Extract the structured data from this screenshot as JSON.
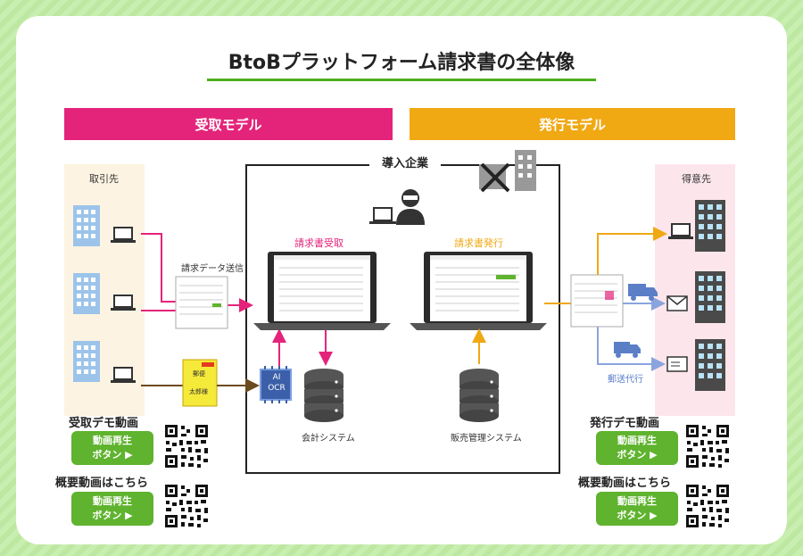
{
  "title": "BtoBプラットフォーム請求書の全体像",
  "banners": {
    "receive": "受取モデル",
    "issue": "発行モデル"
  },
  "center": {
    "label": "導入企業",
    "receive_screen": "請求書受取",
    "issue_screen": "請求書発行"
  },
  "left_panel": {
    "label": "取引先"
  },
  "right_panel": {
    "label": "得意先"
  },
  "flow_labels": {
    "data_send": "請求データ送信",
    "accounting": "会計システム",
    "sales": "販売管理システム",
    "mail_agent": "郵送代行",
    "ai": "AI",
    "ocr": "OCR",
    "envelope_top": "郵便",
    "envelope_bottom": "太郎様"
  },
  "demo": {
    "receive_title": "受取デモ動画",
    "issue_title": "発行デモ動画",
    "overview_title": "概要動画はこちら",
    "play_line1": "動画再生",
    "play_line2": "ボタン ▶"
  },
  "colors": {
    "pink": "#e4247a",
    "orange": "#f0a813",
    "green": "#5fb32e",
    "blue": "#5b7fc7",
    "building": "#4a4a4a"
  }
}
